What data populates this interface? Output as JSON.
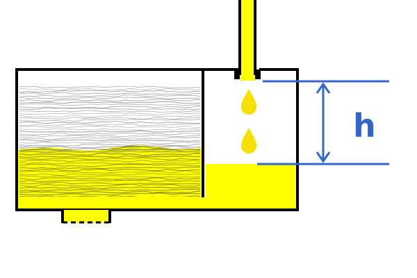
{
  "diagram": {
    "dimension_label": "h",
    "colors": {
      "fluid": "#ffff00",
      "outline": "#000000",
      "dimension": "#3366cc",
      "hatch_grey": "#8a8a8a",
      "hatch_dark": "#2f2f2a",
      "background": "#ffffff"
    },
    "parts": [
      "feed-pipe",
      "float-chamber",
      "main-chamber",
      "partition-wall",
      "drip-droplets",
      "outlet-nozzle",
      "dimension-h"
    ]
  }
}
